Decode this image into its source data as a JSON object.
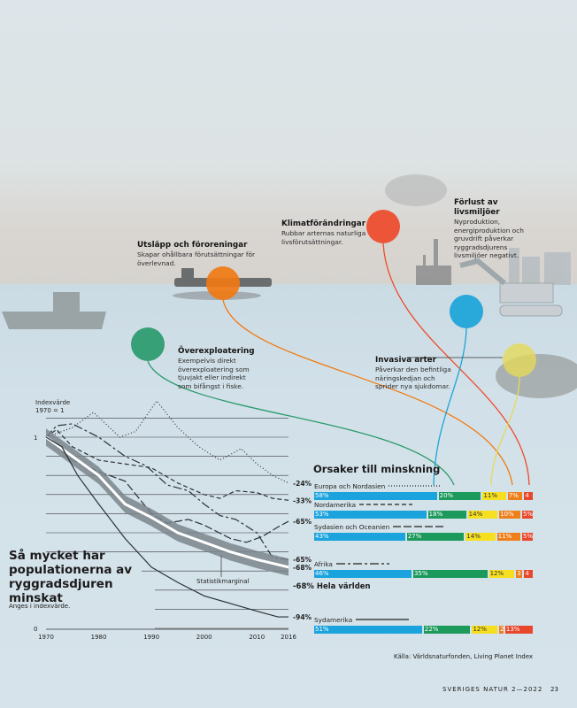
{
  "annotations": [
    {
      "id": "utslapp",
      "title": "Utsläpp och föroreningar",
      "text": "Skapar ohållbara förutsättningar för överlevnad.",
      "color": "#f07a12"
    },
    {
      "id": "klimat",
      "title": "Klimatförändringar",
      "text": "Rubbar arternas naturliga livsförutsättningar.",
      "color": "#ee4a2a"
    },
    {
      "id": "forlust",
      "title": "Förlust av livsmiljöer",
      "text": "Nyproduktion, energiproduktion och gruvdrift påverkar ryggradsdjurens livsmiljöer negativt.",
      "color": "#1ba4d8"
    },
    {
      "id": "overexpl",
      "title": "Överexploatering",
      "text": "Exempelvis direkt överexploatering som tjuvjakt eller indirekt som bifångst i fiske.",
      "color": "#2a9a6c"
    },
    {
      "id": "invasiva",
      "title": "Invasiva arter",
      "text": "Påverkar den befintliga näringskedjan och sprider nya sjukdomar.",
      "color": "#e4d95a"
    }
  ],
  "chart_data": [
    {
      "type": "line",
      "title": "Så mycket har populationerna av ryggradsdjuren minskat",
      "subtitle": "Anges i indexvärde.",
      "ylabel": "Indexvärde 1970 = 1",
      "ylim": [
        0,
        1.1
      ],
      "xlim": [
        1970,
        2016
      ],
      "xticks": [
        "1970",
        "1980",
        "1990",
        "2000",
        "2010",
        "2016"
      ],
      "yticks": [
        "0",
        "1"
      ],
      "band_label": "Statistikmarginal",
      "series": [
        {
          "name": "Europa och Nordasien",
          "style": "dotted",
          "end_label": "-24%",
          "x": [
            1970,
            1975,
            1979,
            1984,
            1987,
            1991,
            1995,
            1999,
            2003,
            2007,
            2010,
            2013,
            2016
          ],
          "y": [
            1,
            1.05,
            1.13,
            1.0,
            1.03,
            1.19,
            1.05,
            0.95,
            0.88,
            0.94,
            0.86,
            0.8,
            0.76
          ]
        },
        {
          "name": "Nordamerika",
          "style": "dashed",
          "end_label": "-33%",
          "x": [
            1970,
            1972,
            1975,
            1980,
            1985,
            1990,
            1995,
            2000,
            2003,
            2006,
            2010,
            2013,
            2016
          ],
          "y": [
            1,
            1.04,
            0.95,
            0.88,
            0.86,
            0.84,
            0.76,
            0.7,
            0.68,
            0.72,
            0.71,
            0.68,
            0.67
          ]
        },
        {
          "name": "Sydasien och Oceanien",
          "style": "longdash",
          "end_label": "-65%",
          "x": [
            1970,
            1975,
            1980,
            1985,
            1990,
            1993,
            1997,
            2000,
            2005,
            2008,
            2011,
            2014,
            2016
          ],
          "y": [
            1,
            0.88,
            0.82,
            0.77,
            0.6,
            0.55,
            0.57,
            0.54,
            0.47,
            0.45,
            0.48,
            0.53,
            0.56
          ]
        },
        {
          "name": "Afrika",
          "style": "dashdot",
          "end_label": "-65%",
          "x": [
            1970,
            1972,
            1975,
            1980,
            1985,
            1989,
            1993,
            1997,
            2000,
            2003,
            2006,
            2010,
            2013,
            2016
          ],
          "y": [
            1,
            1.06,
            1.07,
            1.0,
            0.9,
            0.85,
            0.75,
            0.72,
            0.65,
            0.59,
            0.57,
            0.5,
            0.37,
            0.36
          ]
        },
        {
          "name": "Hela världen",
          "style": "world",
          "end_label": "-68%",
          "x": [
            1970,
            1975,
            1980,
            1985,
            1990,
            1995,
            2000,
            2005,
            2010,
            2016
          ],
          "y": [
            1,
            0.9,
            0.8,
            0.65,
            0.58,
            0.5,
            0.45,
            0.4,
            0.36,
            0.32
          ]
        },
        {
          "name": "Sydamerika",
          "style": "solid",
          "end_label": "-94%",
          "x": [
            1970,
            1973,
            1976,
            1980,
            1985,
            1990,
            1995,
            2000,
            2005,
            2010,
            2014,
            2016
          ],
          "y": [
            1,
            0.95,
            0.8,
            0.65,
            0.47,
            0.32,
            0.24,
            0.17,
            0.13,
            0.09,
            0.06,
            0.06
          ]
        }
      ]
    },
    {
      "type": "bar",
      "title": "Orsaker till minskning",
      "stacked": true,
      "causes": [
        "Förlust av livsmiljöer",
        "Överexploatering",
        "Invasiva arter",
        "Utsläpp och föroreningar",
        "Klimatförändringar"
      ],
      "colors": [
        "#1aa3dd",
        "#1c9a5c",
        "#f6df1e",
        "#ef7f1a",
        "#e8472b"
      ],
      "world_label": "-68% Hela världen",
      "rows": [
        {
          "region": "Europa och Nordasien",
          "values": [
            58,
            20,
            11,
            7,
            4
          ],
          "labels": [
            "58%",
            "20%",
            "11%",
            "7%",
            "4"
          ]
        },
        {
          "region": "Nordamerika",
          "values": [
            53,
            18,
            14,
            10,
            5
          ],
          "labels": [
            "53%",
            "18%",
            "14%",
            "10%",
            "5%"
          ]
        },
        {
          "region": "Sydasien och Oceanien",
          "values": [
            43,
            27,
            14,
            11,
            5
          ],
          "labels": [
            "43%",
            "27%",
            "14%",
            "11%",
            "5%"
          ]
        },
        {
          "region": "Afrika",
          "values": [
            46,
            35,
            12,
            3,
            4
          ],
          "labels": [
            "46%",
            "35%",
            "12%",
            "3",
            "4"
          ]
        },
        {
          "region": "Sydamerika",
          "values": [
            51,
            22,
            12,
            2,
            13
          ],
          "labels": [
            "51%",
            "22%",
            "12%",
            "2",
            "13%"
          ]
        }
      ]
    }
  ],
  "source": "Källa: Världsnaturfonden, Living Planet Index",
  "footer": {
    "magazine": "SVERIGES NATUR 2—2022",
    "page": "23"
  }
}
